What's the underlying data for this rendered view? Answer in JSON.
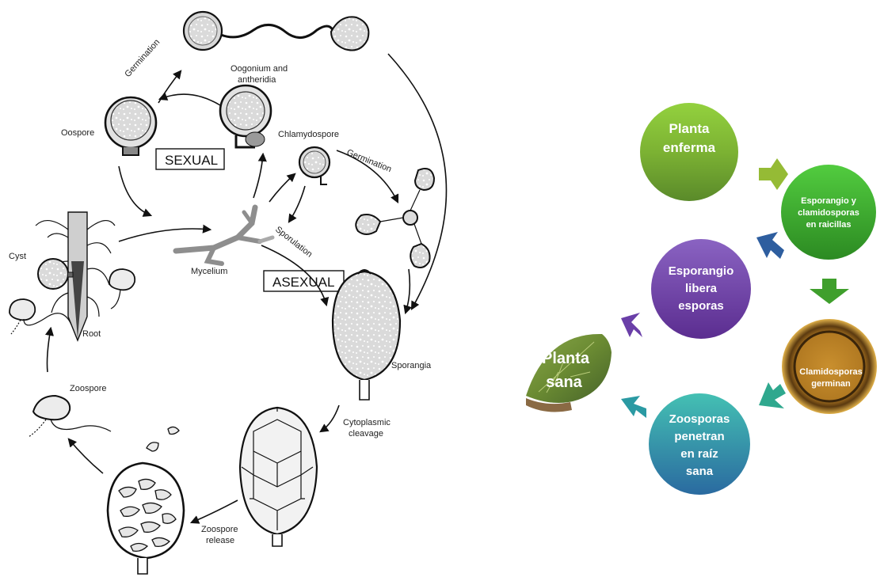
{
  "left_cycle": {
    "labels": {
      "germination_top": "Germination",
      "oogonium": "Oogonium and",
      "antheridia": "antheridia",
      "oospore": "Oospore",
      "sexual": "SEXUAL",
      "chlamydospore": "Chlamydospore",
      "germination_right": "Germination",
      "sporulation": "Sporulation",
      "mycelium": "Mycelium",
      "asexual": "ASEXUAL",
      "cyst": "Cyst",
      "root": "Root",
      "sporangia": "Sporangia",
      "zoospore": "Zoospore",
      "cytoplasmic": "Cytoplasmic",
      "cleavage": "cleavage",
      "zoospore_release_1": "Zoospore",
      "zoospore_release_2": "release"
    }
  },
  "right_cycle": {
    "nodes": [
      {
        "id": "planta-enferma",
        "lines": [
          "Planta",
          "enferma"
        ],
        "colors": [
          "#8fce3a",
          "#5f8f2c"
        ]
      },
      {
        "id": "esporangio-clamidosporas",
        "lines": [
          "Esporangio y",
          "clamidosporas",
          "en raicillas"
        ],
        "colors": [
          "#4cc43c",
          "#2e8f22"
        ]
      },
      {
        "id": "clamidosporas-germinan",
        "lines": [
          "Clamidosporas",
          "germinan"
        ],
        "colors": [
          "#d9a13a",
          "#8a5a14"
        ]
      },
      {
        "id": "zoosporas-penetran",
        "lines": [
          "Zoosporas",
          "penetran",
          "en raíz",
          "sana"
        ],
        "colors": [
          "#3fb8b0",
          "#2b6fa0"
        ]
      },
      {
        "id": "planta-sana",
        "lines": [
          "Planta",
          "sana"
        ],
        "colors": [
          "#6b8f3a",
          "#4a6a2a"
        ]
      },
      {
        "id": "esporangio-libera",
        "lines": [
          "Esporangio",
          "libera",
          "esporas"
        ],
        "colors": [
          "#8b5fbf",
          "#5a2f8f"
        ]
      }
    ]
  }
}
